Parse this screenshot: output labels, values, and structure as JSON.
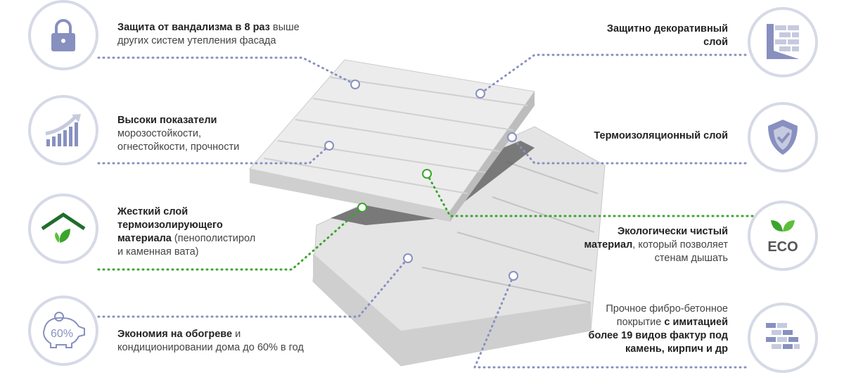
{
  "features": [
    {
      "bold": "Защита от вандализма в 8 раз",
      "text": " выше других систем утепления фасада",
      "icon": "lock-icon"
    },
    {
      "bold": "Высоки показатели",
      "text": " морозостойкости, огнестойкости, прочности",
      "icon": "growth-chart-icon"
    },
    {
      "bold": "Жесткий слой термоизолирующего материала",
      "text": " (пенополистирол и каменная вата)",
      "icon": "eco-house-icon"
    },
    {
      "bold": "Экономия на обогреве",
      "text": " и кондиционировании дома до 60% в год",
      "icon": "piggy-bank-icon",
      "icon_label": "60%"
    },
    {
      "bold": "Защитно декоративный слой",
      "text": "",
      "icon": "brick-wall-icon"
    },
    {
      "bold": "Термоизоляционный слой",
      "text": "",
      "icon": "shield-check-icon"
    },
    {
      "bold": "Экологически чистый материал",
      "text": ", который позволяет стенам дышать",
      "icon": "eco-leaf-icon",
      "icon_label": "ECO"
    },
    {
      "pre": "Прочное фибро-бетонное покрытие ",
      "bold": "с имитацией более 19 видов фактур под камень, кирпич и др",
      "text": "",
      "icon": "bricks-icon"
    }
  ],
  "colors": {
    "accent": "#8890c0",
    "green": "#3aa52d",
    "border": "#d6d9e6"
  }
}
